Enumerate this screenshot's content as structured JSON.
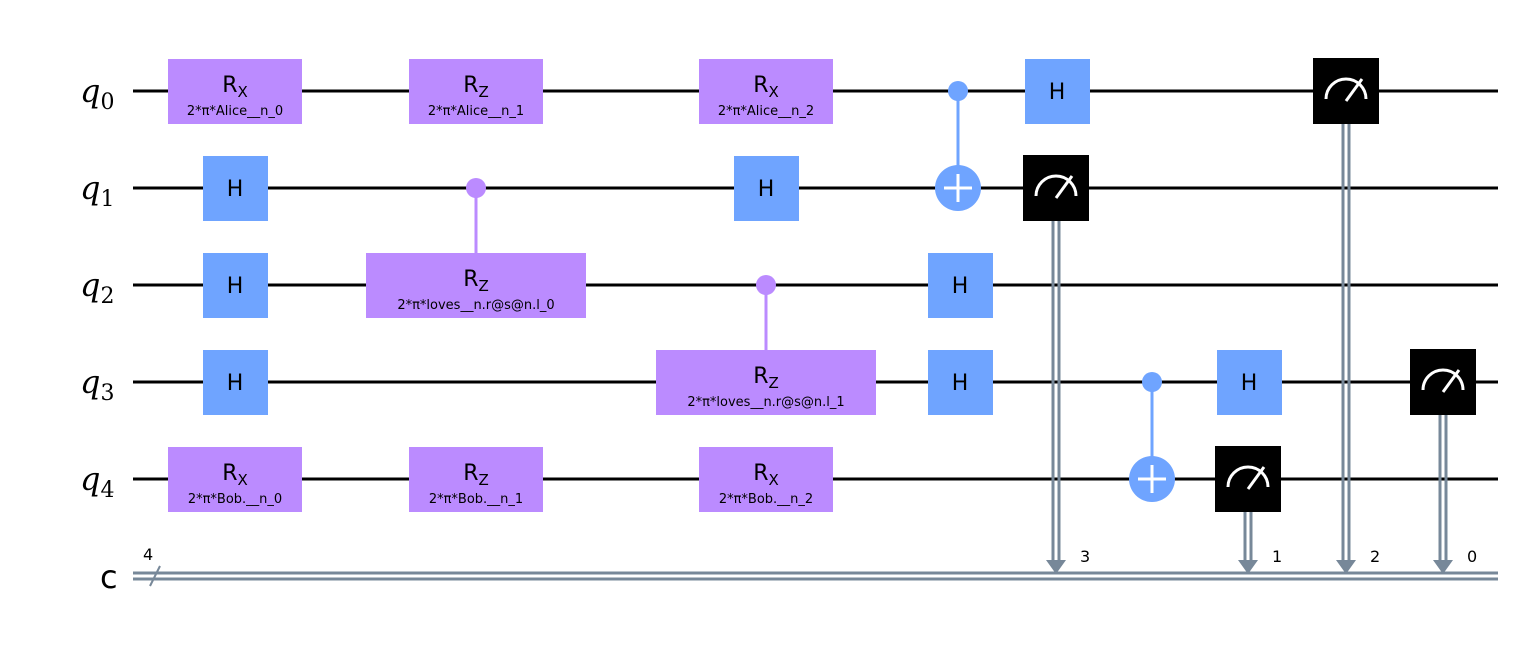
{
  "colors": {
    "param_gate": "#bb8bff",
    "clifford_gate": "#6fa4ff",
    "measure_box": "#000000",
    "classical_wire": "#778899",
    "quantum_wire": "#000000"
  },
  "qubits": [
    {
      "name": "q",
      "index": "0"
    },
    {
      "name": "q",
      "index": "1"
    },
    {
      "name": "q",
      "index": "2"
    },
    {
      "name": "q",
      "index": "3"
    },
    {
      "name": "q",
      "index": "4"
    }
  ],
  "classical_register": {
    "name": "c",
    "size": "4"
  },
  "gates": [
    {
      "kind": "rot",
      "qubit": 0,
      "col": 1,
      "base": "R",
      "sub": "X",
      "param": "2*π*Alice__n_0"
    },
    {
      "kind": "rot",
      "qubit": 0,
      "col": 2,
      "base": "R",
      "sub": "Z",
      "param": "2*π*Alice__n_1"
    },
    {
      "kind": "rot",
      "qubit": 0,
      "col": 3,
      "base": "R",
      "sub": "X",
      "param": "2*π*Alice__n_2"
    },
    {
      "kind": "h",
      "qubit": 0,
      "col": 4,
      "label": "H"
    },
    {
      "kind": "h",
      "qubit": 1,
      "col": 1,
      "label": "H"
    },
    {
      "kind": "h",
      "qubit": 1,
      "col": 3,
      "label": "H"
    },
    {
      "kind": "h",
      "qubit": 2,
      "col": 1,
      "label": "H"
    },
    {
      "kind": "h",
      "qubit": 2,
      "col": 4,
      "label": "H"
    },
    {
      "kind": "h",
      "qubit": 3,
      "col": 1,
      "label": "H"
    },
    {
      "kind": "h",
      "qubit": 3,
      "col": 4,
      "label": "H"
    },
    {
      "kind": "h",
      "qubit": 3,
      "col": 5,
      "label": "H"
    },
    {
      "kind": "rot",
      "qubit": 4,
      "col": 1,
      "base": "R",
      "sub": "X",
      "param": "2*π*Bob.__n_0"
    },
    {
      "kind": "rot",
      "qubit": 4,
      "col": 2,
      "base": "R",
      "sub": "Z",
      "param": "2*π*Bob.__n_1"
    },
    {
      "kind": "rot",
      "qubit": 4,
      "col": 3,
      "base": "R",
      "sub": "X",
      "param": "2*π*Bob.__n_2"
    }
  ],
  "controlled_rotations": [
    {
      "control": 1,
      "target": 2,
      "col": 2,
      "base": "R",
      "sub": "Z",
      "param": "2*π*loves__n.r@s@n.l_0"
    },
    {
      "control": 2,
      "target": 3,
      "col": 3,
      "base": "R",
      "sub": "Z",
      "param": "2*π*loves__n.r@s@n.l_1"
    }
  ],
  "cnots": [
    {
      "control": 0,
      "target": 1,
      "col": 4
    },
    {
      "control": 3,
      "target": 4,
      "col": 5
    }
  ],
  "measurements": [
    {
      "qubit": 1,
      "col": 4,
      "clbit": "3"
    },
    {
      "qubit": 4,
      "col": 5,
      "clbit": "1"
    },
    {
      "qubit": 0,
      "col": 6,
      "clbit": "2"
    },
    {
      "qubit": 3,
      "col": 7,
      "clbit": "0"
    }
  ]
}
